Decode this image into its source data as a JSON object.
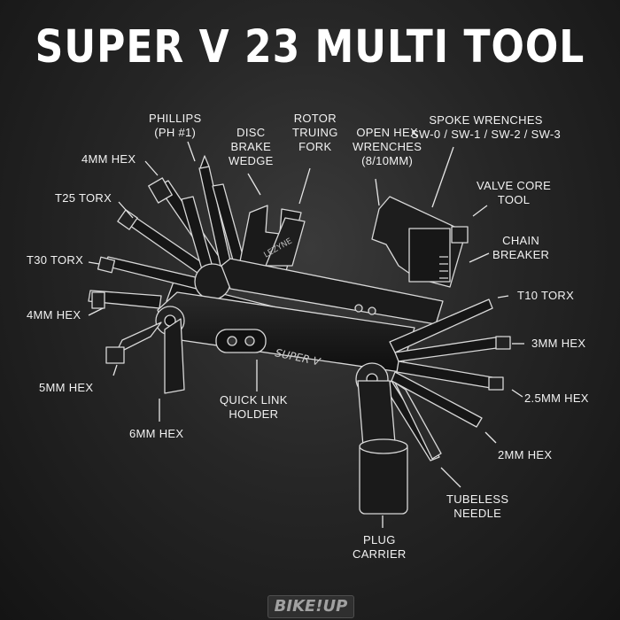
{
  "title": "SUPER V 23 MULTI TOOL",
  "watermark": "BIKE!UP",
  "labels": {
    "phillips": "PHILLIPS\n(PH #1)",
    "disc_brake_wedge": "DISC\nBRAKE\nWEDGE",
    "rotor_truing_fork": "ROTOR\nTRUING\nFORK",
    "open_hex_wrenches": "OPEN HEX\nWRENCHES\n(8/10MM)",
    "spoke_wrenches": "SPOKE WRENCHES\nSW-0 / SW-1 / SW-2 / SW-3",
    "hex_4mm_top": "4MM HEX",
    "t25_torx": "T25 TORX",
    "valve_core_tool": "VALVE CORE\nTOOL",
    "chain_breaker": "CHAIN\nBREAKER",
    "t30_torx": "T30 TORX",
    "t10_torx": "T10 TORX",
    "hex_4mm_left": "4MM HEX",
    "hex_3mm": "3MM HEX",
    "hex_5mm": "5MM HEX",
    "quick_link_holder": "QUICK LINK\nHOLDER",
    "hex_2_5mm": "2.5MM HEX",
    "hex_6mm": "6MM HEX",
    "hex_2mm": "2MM HEX",
    "tubeless_needle": "TUBELESS\nNEEDLE",
    "plug_carrier": "PLUG\nCARRIER"
  },
  "engravings": {
    "brand": "LEZYNE",
    "model": "SUPER V"
  }
}
